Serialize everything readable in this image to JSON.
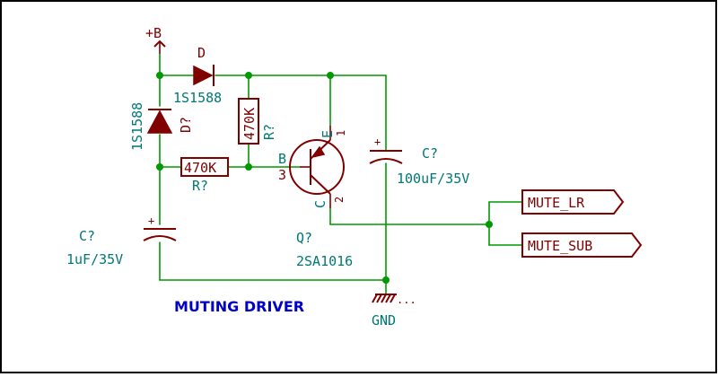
{
  "colors": {
    "wire": "#009900",
    "component": "#800000",
    "reference": "#007878",
    "title": "#0000c8"
  },
  "title": "MUTING DRIVER",
  "power": {
    "supply": "+B",
    "ground": "GND"
  },
  "diode_series": {
    "ref": "D",
    "value": "1S1588"
  },
  "diode_shunt": {
    "ref": "D?",
    "value": "1S1588"
  },
  "resistor_vertical": {
    "value": "470K",
    "ref": "R?"
  },
  "resistor_horizontal": {
    "value": "470K",
    "ref": "R?"
  },
  "cap_small": {
    "ref": "C?",
    "value": "1uF/35V",
    "polarity": "+"
  },
  "cap_large": {
    "ref": "C?",
    "value": "100uF/35V",
    "polarity": "+"
  },
  "transistor": {
    "ref": "Q?",
    "value": "2SA1016",
    "pin_b": "B",
    "pin_b_num": "3",
    "pin_e": "E",
    "pin_e_num": "1",
    "pin_c": "C",
    "pin_c_num": "2"
  },
  "outputs": [
    "MUTE_LR",
    "MUTE_SUB"
  ]
}
